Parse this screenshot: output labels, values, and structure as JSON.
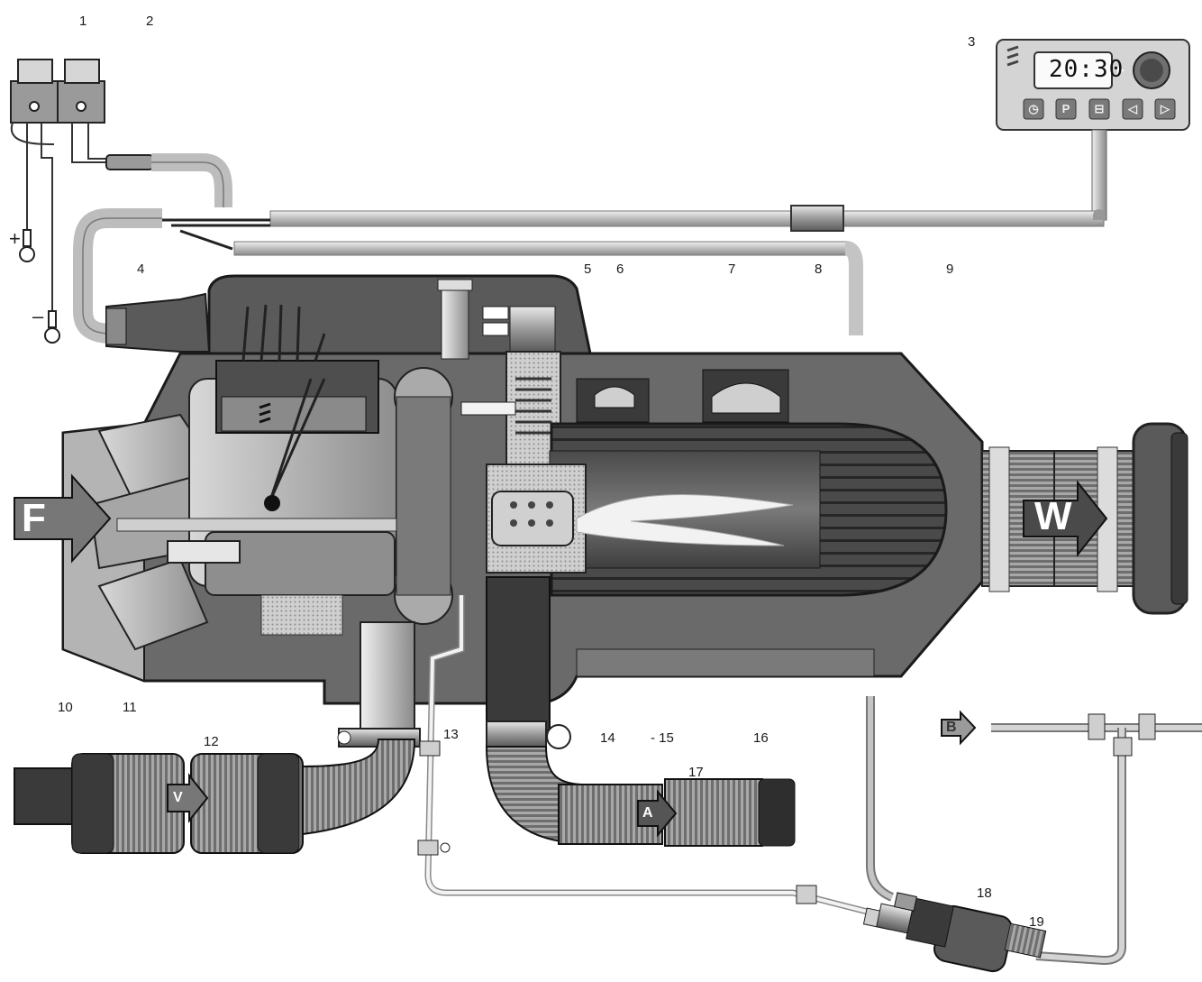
{
  "callouts": [
    "1",
    "2",
    "3",
    "4",
    "5",
    "6",
    "7",
    "8",
    "9",
    "10",
    "11",
    "12",
    "13",
    "14",
    "- 15",
    "16",
    "17",
    "18",
    "19"
  ],
  "flows": {
    "F": "F",
    "W": "W",
    "V": "V",
    "A": "A",
    "B": "B"
  },
  "terminals": {
    "plus": "+",
    "minus": "–"
  },
  "timer": {
    "time": "20:30",
    "buttons": [
      "◷",
      "P",
      "⊟",
      "◁",
      "▷"
    ]
  },
  "colors": {
    "body": "#5a5a5a",
    "body_dark": "#3a3a3a",
    "pipe": "#c8c8c8",
    "flame": "#f2f2f2",
    "mesh": "#bdbdbd"
  }
}
